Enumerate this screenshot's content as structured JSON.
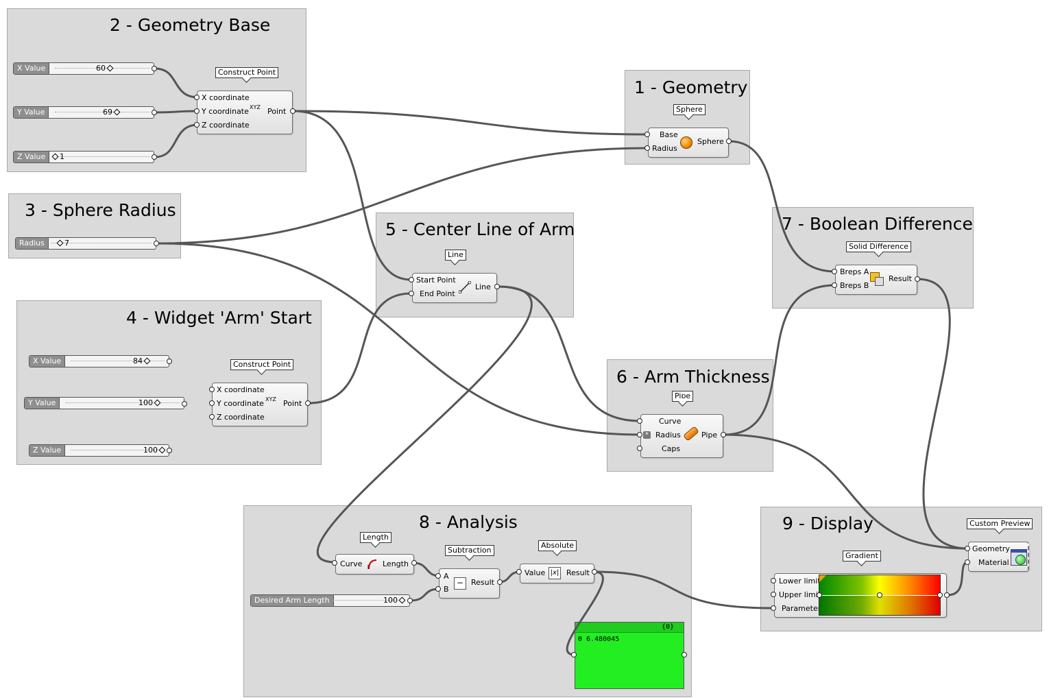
{
  "groups": [
    {
      "title": "2 - Geometry Base"
    },
    {
      "title": "1 - Geometry"
    },
    {
      "title": "3 - Sphere Radius"
    },
    {
      "title": "5 - Center Line of Arm"
    },
    {
      "title": "7 - Boolean Difference"
    },
    {
      "title": "4 - Widget 'Arm' Start"
    },
    {
      "title": "6 - Arm Thickness"
    },
    {
      "title": "8 - Analysis"
    },
    {
      "title": "9 - Display"
    }
  ],
  "tags": {
    "construct_point": "Construct Point",
    "sphere": "Sphere",
    "line": "Line",
    "solid_difference": "Solid Difference",
    "pipe": "Pipe",
    "length": "Length",
    "subtraction": "Subtraction",
    "absolute": "Absolute",
    "gradient": "Gradient",
    "custom_preview": "Custom Preview"
  },
  "sliders": {
    "base_x": {
      "label": "X Value",
      "value": "60"
    },
    "base_y": {
      "label": "Y Value",
      "value": "69"
    },
    "base_z": {
      "label": "Z Value",
      "value": "1"
    },
    "radius": {
      "label": "Radius",
      "value": "7"
    },
    "arm_x": {
      "label": "X Value",
      "value": "84"
    },
    "arm_y": {
      "label": "Y Value",
      "value": "100"
    },
    "arm_z": {
      "label": "Z Value",
      "value": "100"
    },
    "desired": {
      "label": "Desired Arm Length",
      "value": "100"
    }
  },
  "pins": {
    "x_coordinate": "X coordinate",
    "y_coordinate": "Y coordinate",
    "z_coordinate": "Z coordinate",
    "point": "Point",
    "base": "Base",
    "radius": "Radius",
    "sphere": "Sphere",
    "start_point": "Start Point",
    "end_point": "End Point",
    "line": "Line",
    "breps_a": "Breps A",
    "breps_b": "Breps B",
    "result": "Result",
    "curve": "Curve",
    "caps": "Caps",
    "pipe": "Pipe",
    "length": "Length",
    "a": "A",
    "b": "B",
    "value": "Value",
    "lower_limit": "Lower limit",
    "upper_limit": "Upper limit",
    "parameter": "Parameter",
    "geometry": "Geometry",
    "material": "Material",
    "xyz": "XYZ"
  },
  "panel": {
    "path": "{0}",
    "index": "0",
    "value": "6.480045"
  },
  "colors": {
    "group_bg": "#dadada",
    "wire": "#555555",
    "panel_bg": "#22ee22",
    "sphere_icon": "#f28c00",
    "gradient_start": "#008800",
    "gradient_mid": "#ffff00",
    "gradient_end": "#ff0000"
  }
}
